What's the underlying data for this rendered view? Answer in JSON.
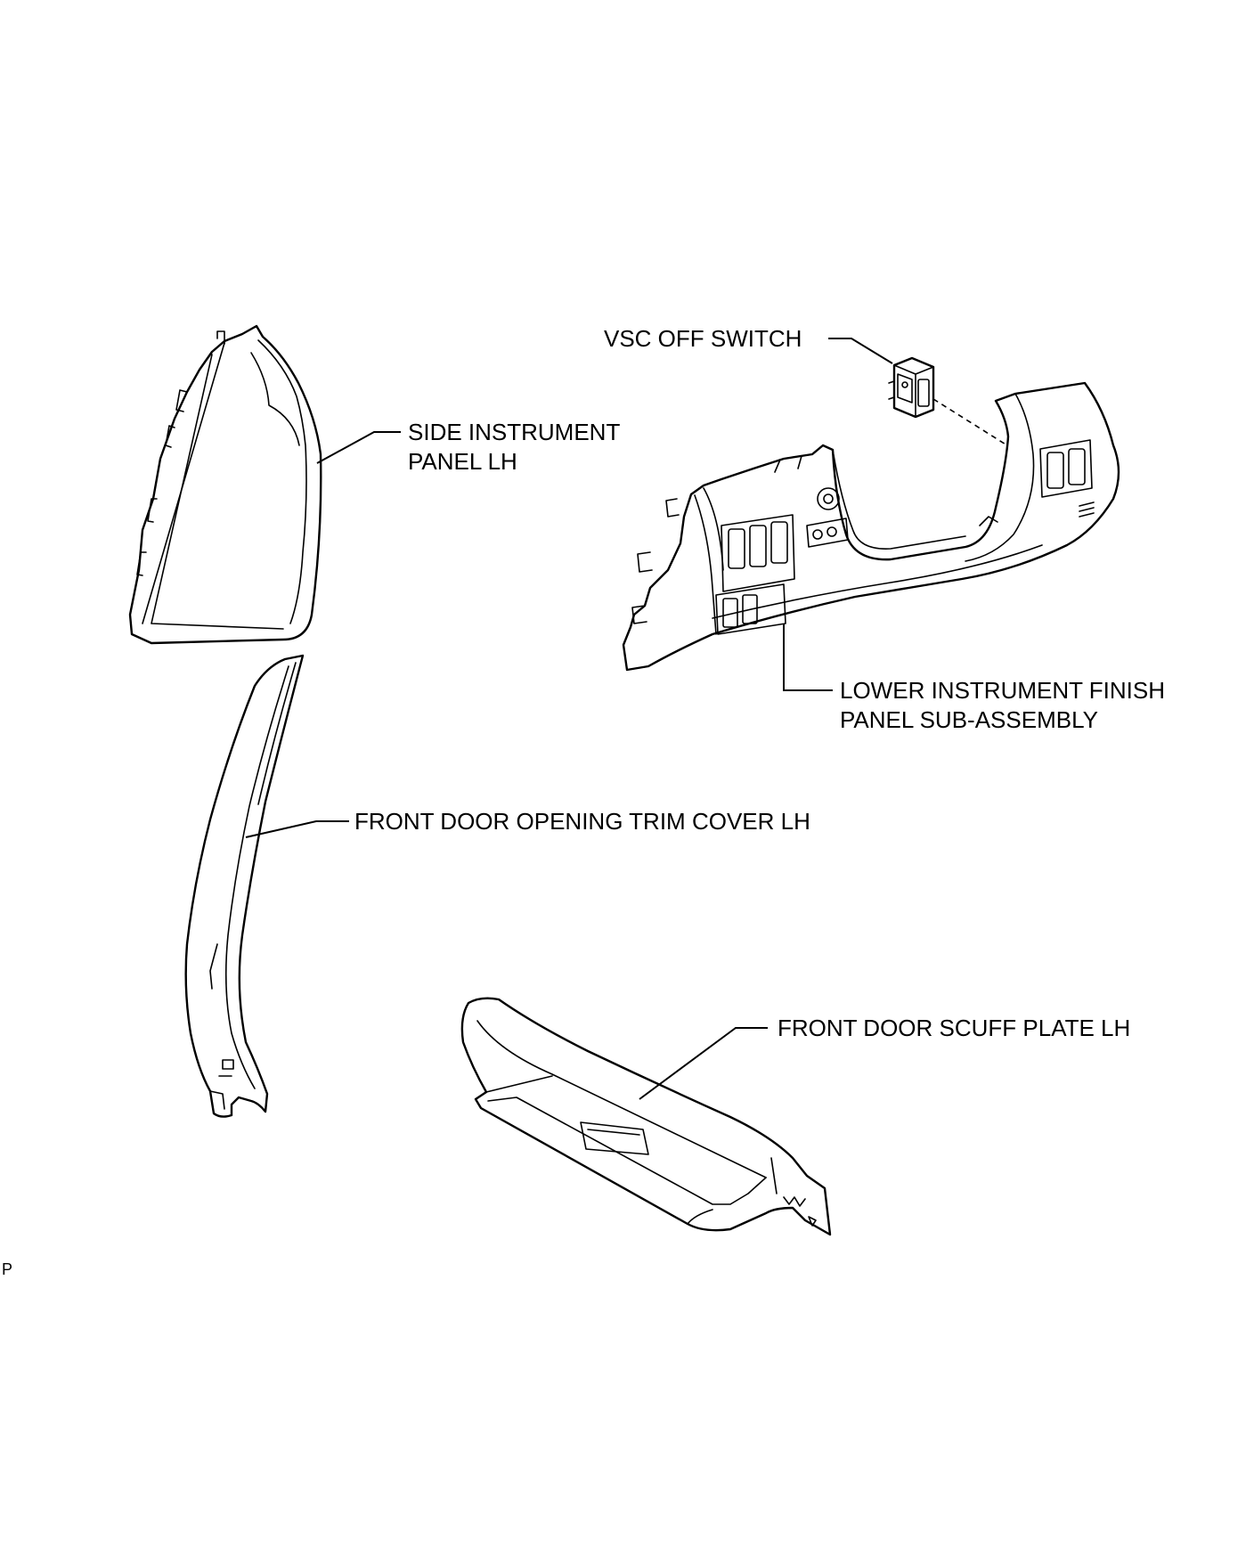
{
  "diagram": {
    "labels": {
      "vsc_off_switch": "VSC OFF SWITCH",
      "side_instrument_panel_line1": "SIDE INSTRUMENT",
      "side_instrument_panel_line2": "PANEL LH",
      "lower_instrument_panel_line1": "LOWER INSTRUMENT FINISH",
      "lower_instrument_panel_line2": "PANEL SUB-ASSEMBLY",
      "front_door_opening_trim": "FRONT DOOR OPENING TRIM COVER LH",
      "front_door_scuff_plate": "FRONT DOOR SCUFF PLATE LH"
    },
    "corner_mark": "P",
    "line_color": "#000000",
    "background_color": "#ffffff"
  }
}
